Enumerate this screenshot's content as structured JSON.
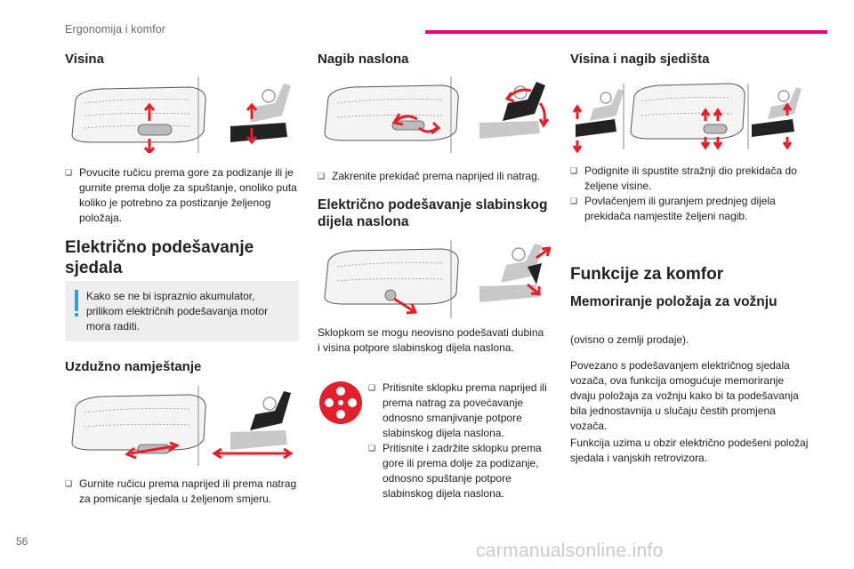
{
  "header": {
    "section": "Ergonomija i komfor",
    "accent_color": "#e8007d"
  },
  "page_number": "56",
  "watermark": "carmanualsonline.info",
  "col1": {
    "visina": {
      "title": "Visina",
      "bullet": "Povucite ručicu prema gore za podizanje ili je gurnite prema dolje za spuštanje, onoliko puta koliko je potrebno za postizanje željenog položaja."
    },
    "elektricno": {
      "title": "Električno podešavanje sjedala",
      "note": "Kako se ne bi ispraznio akumulator, prilikom električnih podešavanja motor mora raditi."
    },
    "uzduzno": {
      "title": "Uzdužno namještanje",
      "bullet": "Gurnite ručicu prema naprijed ili prema natrag za pomicanje sjedala u željenom smjeru."
    }
  },
  "col2": {
    "nagib": {
      "title": "Nagib naslona",
      "bullet": "Zakrenite prekidač prema naprijed ili natrag."
    },
    "lumbar": {
      "title": "Električno podešavanje slabinskog dijela naslona",
      "para": "Sklopkom se mogu neovisno podešavati dubina i visina potpore slabinskog dijela naslona.",
      "bullets": [
        "Pritisnite sklopku prema naprijed ili prema natrag za povećavanje odnosno smanjivanje potpore slabinskog dijela naslona.",
        "Pritisnite i zadržite sklopku prema gore ili prema dolje za podizanje, odnosno spuštanje potpore slabinskog dijela naslona."
      ]
    }
  },
  "col3": {
    "visina_nagib": {
      "title": "Visina i nagib sjedišta",
      "bullets": [
        "Podignite ili spustite stražnji dio prekidača do željene visine.",
        "Povlačenjem ili guranjem prednjeg dijela prekidača namjestite željeni nagib."
      ]
    },
    "komfor": {
      "title": "Funkcije za komfor",
      "subtitle": "Memoriranje položaja za vožnju",
      "paras": [
        "(ovisno o zemlji prodaje).",
        "Povezano s podešavanjem električnog sjedala vozača, ova funkcija omogućuje memoriranje dvaju položaja za vožnju kako bi ta podešavanja bila jednostavnija u slučaju čestih promjena vozača.",
        "Funkcija uzima u obzir električno podešeni položaj sjedala i vanjskih retrovizora."
      ]
    }
  },
  "bullet_glyph": "❑",
  "arrow_color": "#e0202a"
}
